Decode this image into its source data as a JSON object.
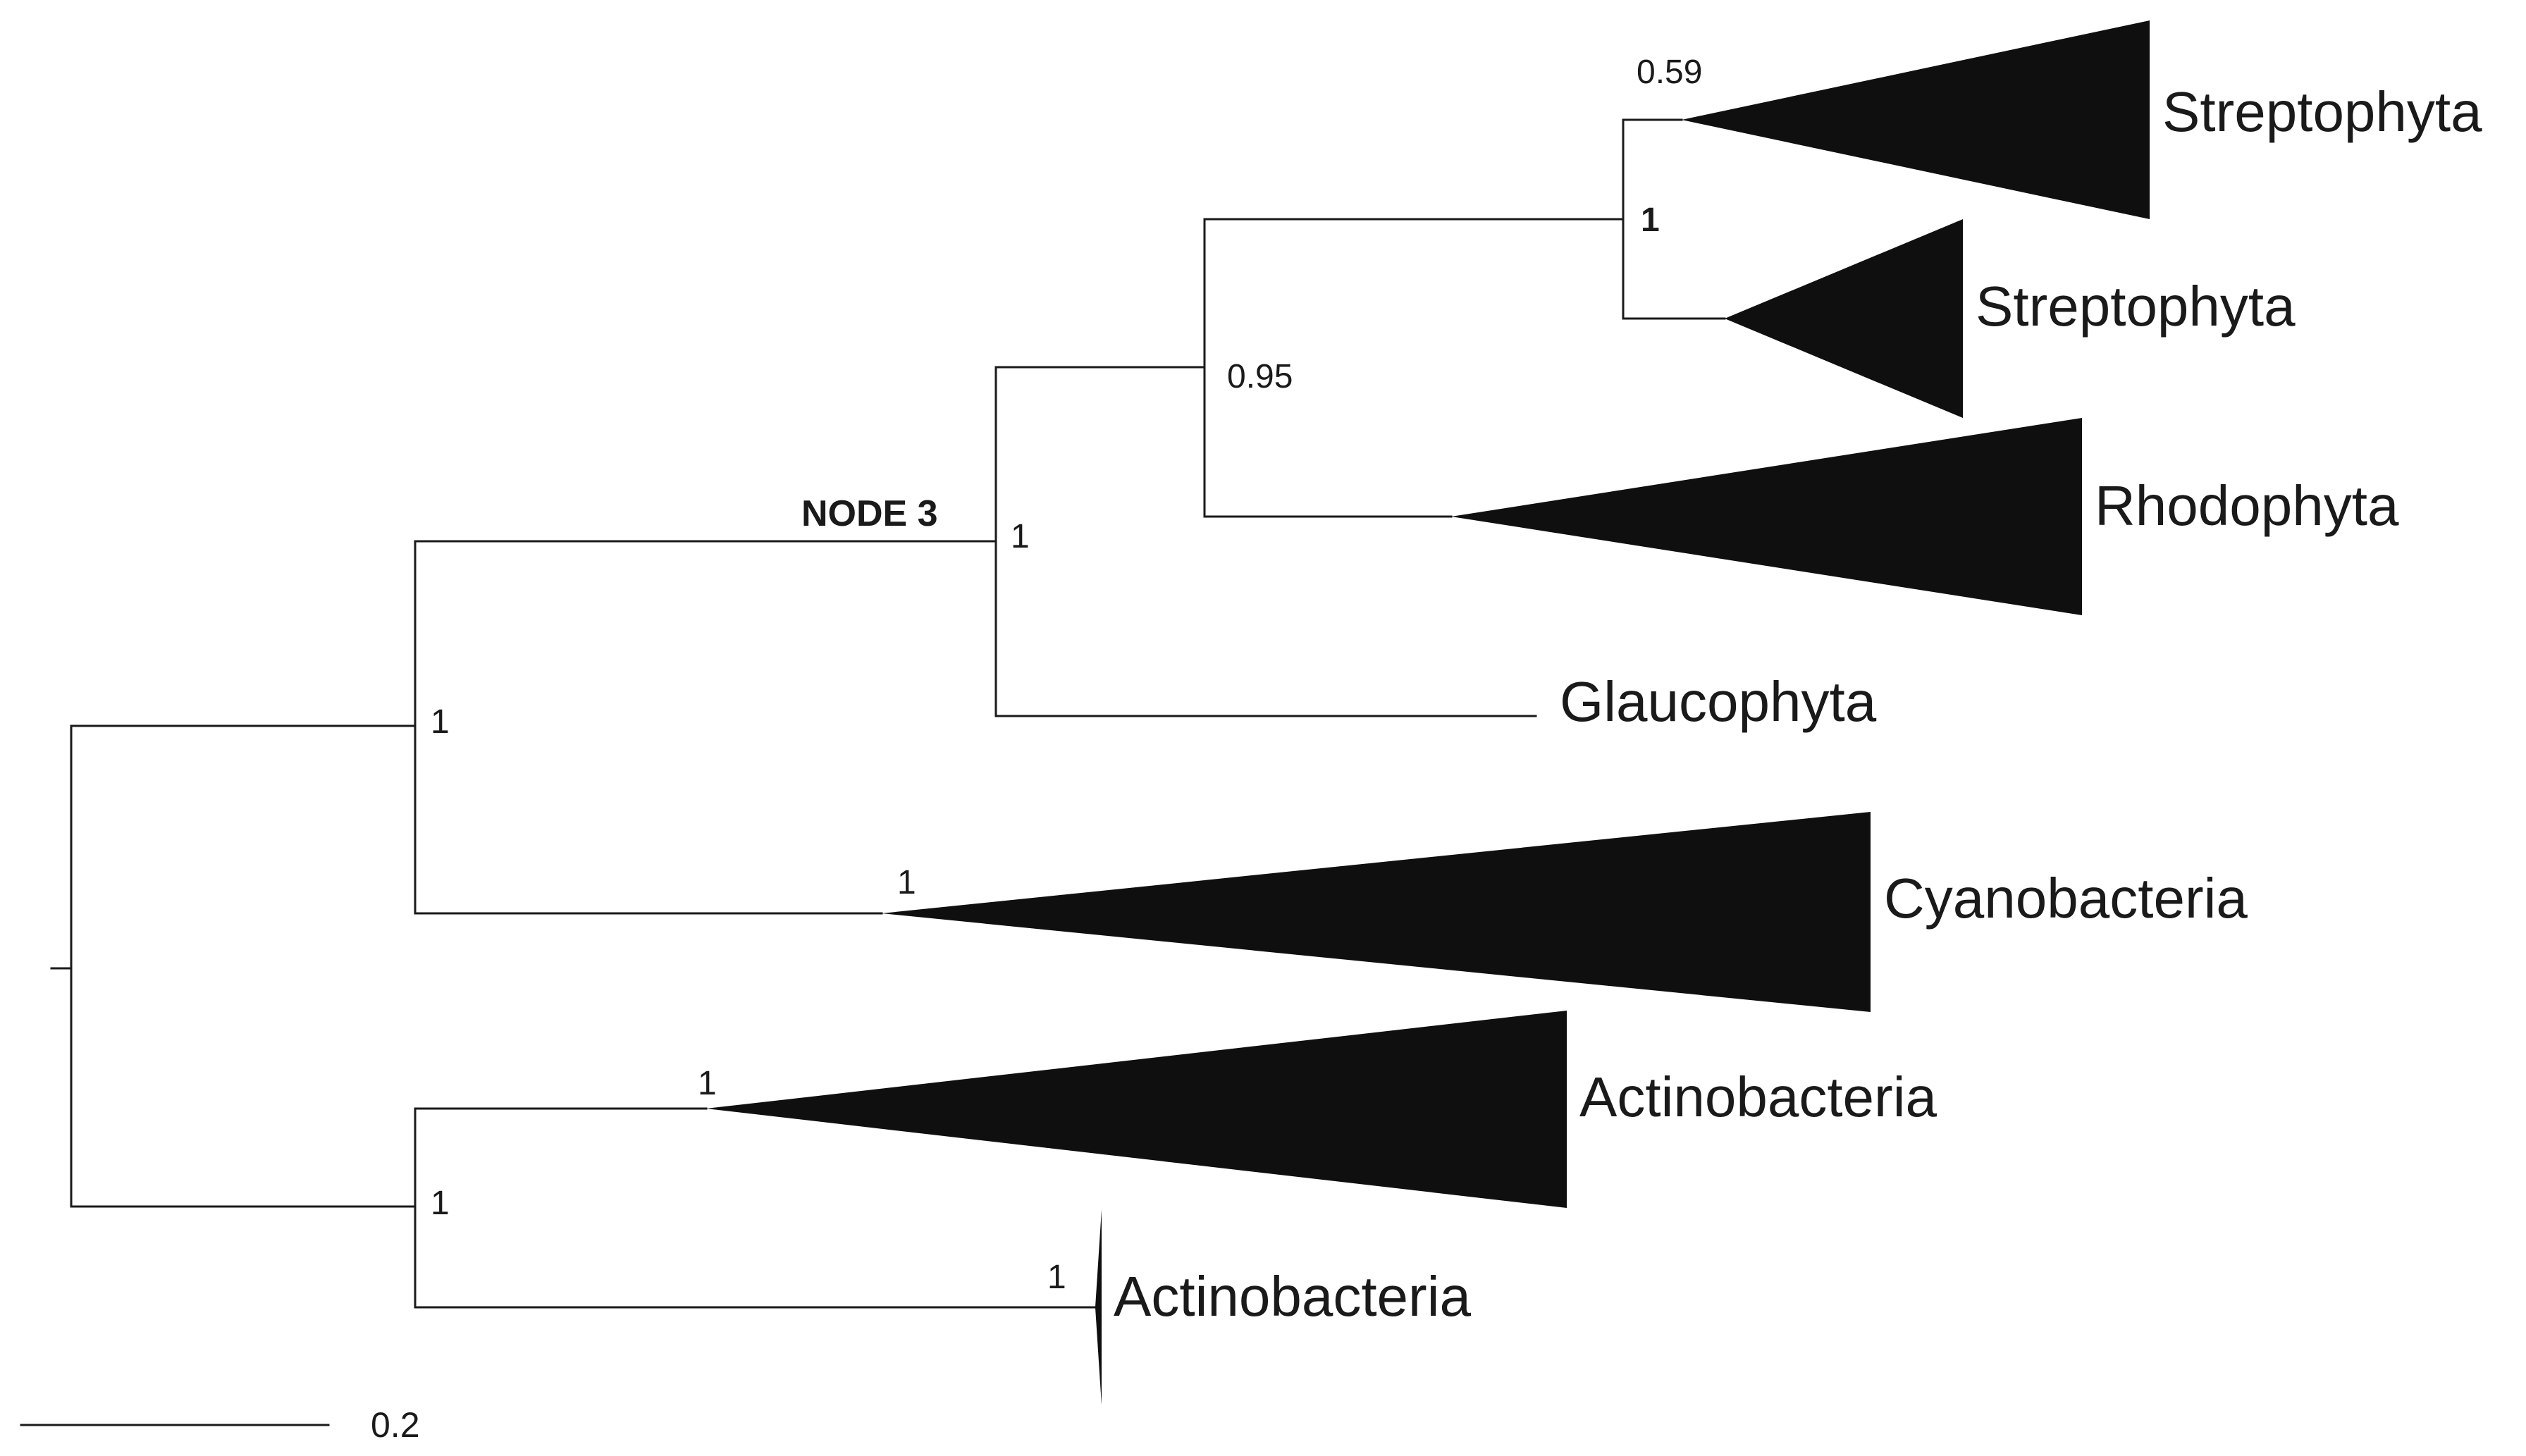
{
  "node_label": "NODE 3",
  "taxa": {
    "streptophyta_1": "Streptophyta",
    "streptophyta_2": "Streptophyta",
    "rhodophyta": "Rhodophyta",
    "glaucophyta": "Glaucophyta",
    "cyanobacteria": "Cyanobacteria",
    "actinobacteria_1": "Actinobacteria",
    "actinobacteria_2": "Actinobacteria"
  },
  "support": {
    "streptophyta_1": "0.59",
    "streptophyta_pair": "1",
    "plastid_inner": "0.95",
    "node3": "1",
    "cyano_node": "1",
    "cyanobacteria": "1",
    "actinobacteria_1": "1",
    "actino_node": "1",
    "actinobacteria_2": "1"
  },
  "scale_bar": {
    "value": 0.2,
    "label": "0.2"
  },
  "colors": {
    "branch": "#1a1a1a",
    "clade": "#0e0f0e",
    "background": "#ffffff"
  }
}
